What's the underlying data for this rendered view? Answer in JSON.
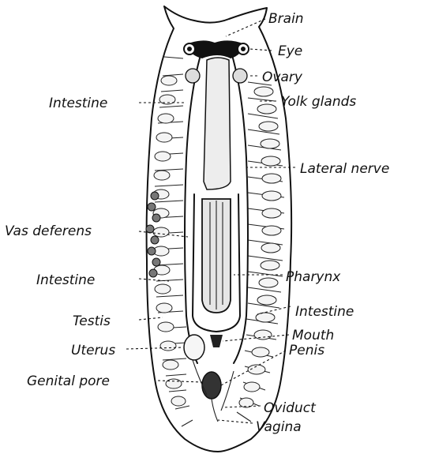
{
  "labels_right": {
    "brain": "Brain",
    "eye": "Eye",
    "ovary": "Ovary",
    "yolk_glands": "Yolk glands",
    "lateral_nerve": "Lateral nerve",
    "pharynx": "Pharynx",
    "intestine": "Intestine",
    "mouth": "Mouth",
    "penis": "Penis",
    "oviduct": "Oviduct",
    "vagina": "Vagina"
  },
  "labels_left": {
    "intestine_upper": "Intestine",
    "vas_deferens": "Vas deferens",
    "intestine_lower": "Intestine",
    "testis": "Testis",
    "uterus": "Uterus",
    "genital_pore": "Genital pore"
  }
}
